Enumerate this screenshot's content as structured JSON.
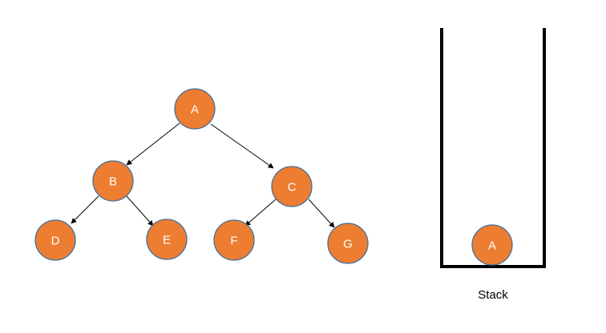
{
  "tree": {
    "nodes": [
      {
        "id": "A",
        "label": "A"
      },
      {
        "id": "B",
        "label": "B"
      },
      {
        "id": "C",
        "label": "C"
      },
      {
        "id": "D",
        "label": "D"
      },
      {
        "id": "E",
        "label": "E"
      },
      {
        "id": "F",
        "label": "F"
      },
      {
        "id": "G",
        "label": "G"
      }
    ],
    "edges": [
      {
        "from": "A",
        "to": "B"
      },
      {
        "from": "A",
        "to": "C"
      },
      {
        "from": "B",
        "to": "D"
      },
      {
        "from": "B",
        "to": "E"
      },
      {
        "from": "C",
        "to": "F"
      },
      {
        "from": "C",
        "to": "G"
      }
    ]
  },
  "stack": {
    "caption": "Stack",
    "items": [
      "A"
    ]
  },
  "colors": {
    "node_fill": "#ED7D31",
    "node_stroke": "#41719C",
    "node_text": "#FFFFFF",
    "edge": "#000000"
  }
}
